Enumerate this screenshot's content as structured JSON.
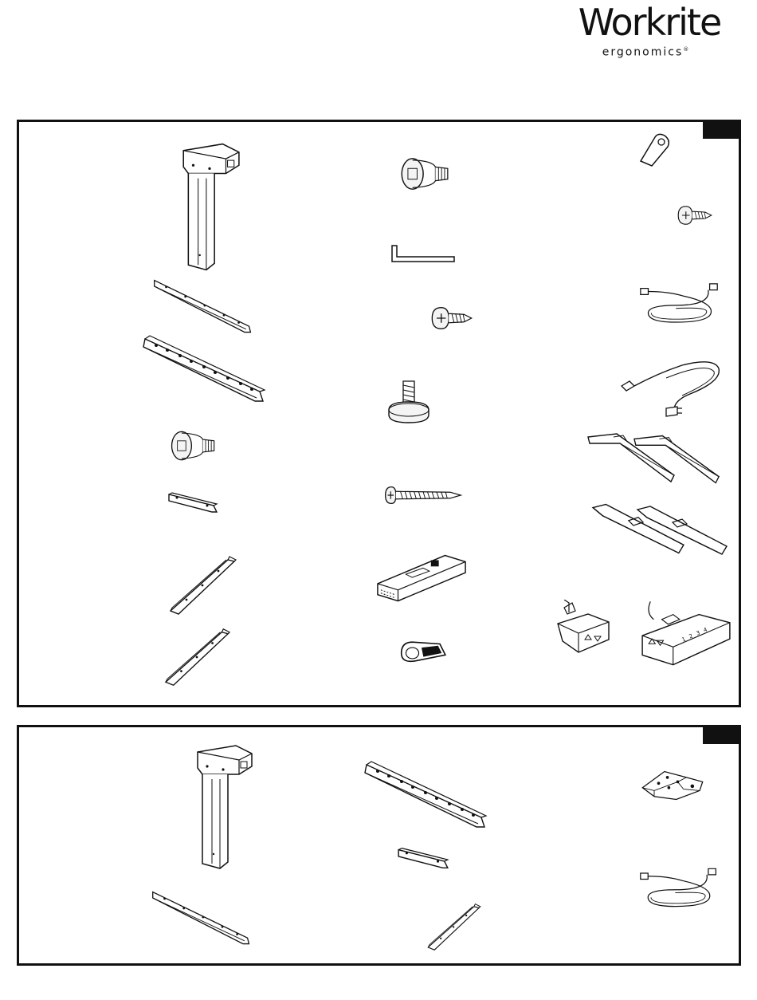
{
  "brand": {
    "name": "Workrite",
    "tagline": "ergonomics",
    "registered_mark": "®"
  },
  "panels": [
    {
      "corner_tab_label": "",
      "parts": [
        "leg-column",
        "short-crossbar",
        "long-crossbar",
        "flat-head-bolt",
        "small-bracket",
        "angled-support",
        "angled-support",
        "hex-bolt",
        "hex-key",
        "pan-head-screw",
        "leveling-glide",
        "long-wood-screw",
        "control-box",
        "cable-clip",
        "cord-clip",
        "small-screw",
        "data-cable",
        "power-cord",
        "foot-base",
        "foot-base",
        "top-bracket",
        "top-bracket",
        "control-paddle-basic",
        "control-paddle-memory"
      ]
    },
    {
      "corner_tab_label": "",
      "parts": [
        "leg-column",
        "short-crossbar",
        "long-crossbar",
        "small-bracket",
        "angled-support",
        "corner-plate",
        "data-cable"
      ]
    }
  ],
  "paddle_memory": {
    "keys": [
      "1",
      "2",
      "3",
      "4"
    ]
  },
  "colors": {
    "ink": "#111111",
    "paper": "#ffffff",
    "fill": "#f4f4f4"
  }
}
